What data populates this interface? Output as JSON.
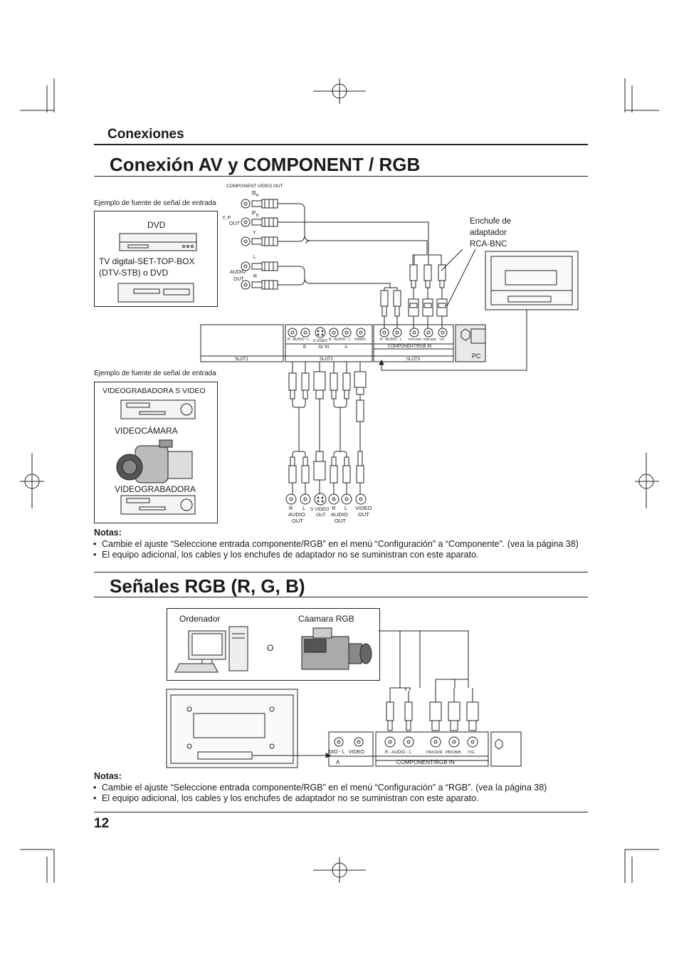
{
  "header": {
    "section": "Conexiones"
  },
  "section1": {
    "title": "Conexión AV y COMPONENT / RGB",
    "example_label_1": "Ejemplo de fuente de señal de entrada",
    "example_label_2": "Ejemplo de fuente de señal de entrada",
    "dvd_label": "DVD",
    "dtv_label_line1": "TV digital-SET-TOP-BOX",
    "dtv_label_line2": "(DTV-STB) o DVD",
    "component_video_out": "COMPONENT VIDEO OUT",
    "rr": "R",
    "rr_sub": "R",
    "pb": "P",
    "pb_sub": "B",
    "ypbpr_out": "Y, P",
    "ypbpr_out_b": "B",
    "ypbpr_out_mid": ", P",
    "ypbpr_out_r": "R",
    "ypbpr_out_comma": ",",
    "out": "OUT",
    "y": "Y",
    "l": "L",
    "r": "R",
    "audio": "AUDIO",
    "audio_out": "OUT",
    "adapter_line1": "Enchufe de",
    "adapter_line2": "adaptador",
    "adapter_line3": "RCA-BNC",
    "slot1": "SLOT1",
    "slot2": "SLOT2",
    "slot3": "SLOT3",
    "pc": "PC",
    "av_in": "AV IN",
    "b": "B",
    "a": "A",
    "svideo_small": "S VIDEO",
    "video_small": "VIDEO",
    "component_rgb_in": "COMPONENT/RGB IN",
    "r_audio_l": "R - AUDIO - L",
    "pbcb": "PB/CB/B",
    "prcr": "PR/CR/R",
    "yg": "Y/G",
    "svhs_label": "VIDEOGRABADORA S VIDEO",
    "camcorder_label": "VIDEOCÁMARA",
    "vcr_label": "VIDEOGRABADORA",
    "bottom_r": "R",
    "bottom_l": "L",
    "bottom_audio": "AUDIO",
    "bottom_out": "OUT",
    "bottom_svideo": "S VIDEO",
    "bottom_r2": "R",
    "bottom_l2": "L",
    "bottom_audio2": "AUDIO",
    "bottom_out2": "OUT",
    "bottom_video": "VIDEO",
    "bottom_video_out": "OUT",
    "notes_title": "Notas:",
    "notes": [
      "Cambie el ajuste “Seleccione entrada componente/RGB” en el menú “Configuración” a “Componente”. (vea la página 38)",
      "El equipo adicional, los cables y los enchufes de adaptador no se suministran con este aparato."
    ]
  },
  "section2": {
    "title": "Señales RGB (R, G, B)",
    "computer_label": "Ordenador",
    "camera_label": "Cáamara RGB",
    "or": "O",
    "a": "A",
    "component_rgb_in": "COMPONENT/RGB IN",
    "r_audio_l": "R - AUDIO - L",
    "prcr": "PR/CR/R",
    "pbcb": "PB/CB/B",
    "yg": "Y/G",
    "video_small": "VIDEO",
    "dio_l": "DIO - L",
    "notes_title": "Notas:",
    "notes": [
      "Cambie el ajuste “Seleccione entrada componente/RGB” en el menú “Configuración” a “RGB”. (vea la página 38)",
      "El equipo adicional, los cables y los enchufes de adaptador no se suministran con este aparato."
    ]
  },
  "footer": {
    "page_number": "12"
  }
}
